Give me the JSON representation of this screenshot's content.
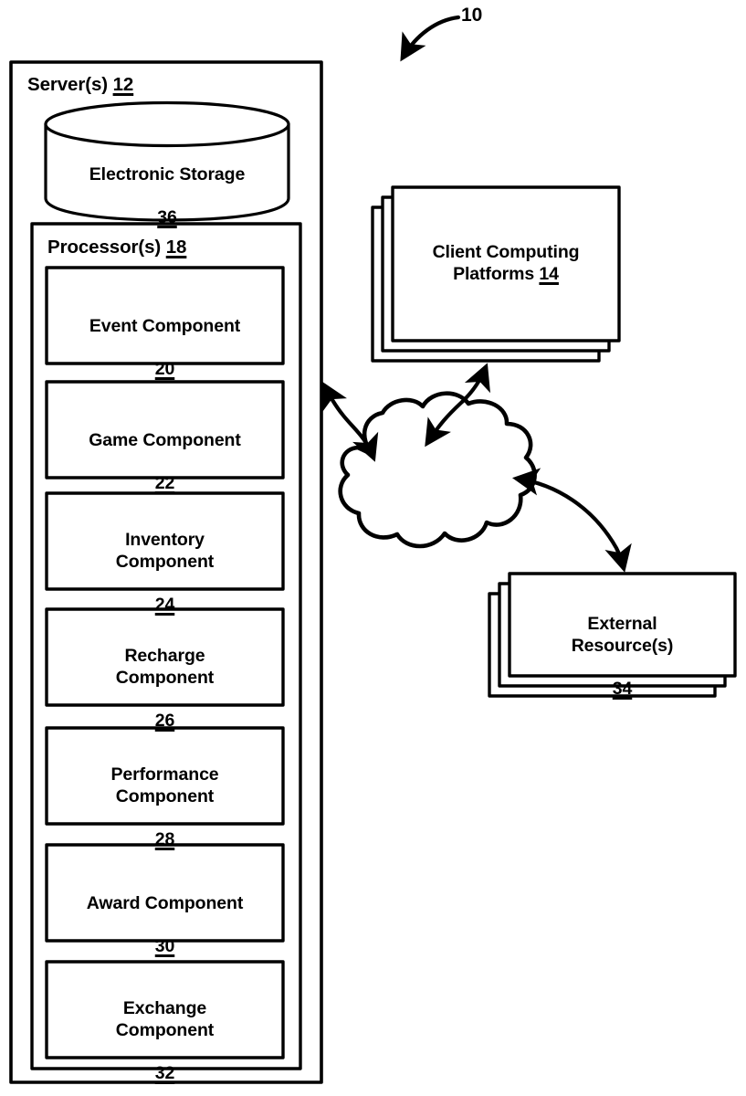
{
  "figure": {
    "callout_number": "10",
    "stroke_color": "#000000",
    "background_color": "#ffffff"
  },
  "server": {
    "title": "Server(s) ",
    "ref": "12",
    "storage": {
      "title": "Electronic Storage",
      "ref": "36"
    },
    "processor": {
      "title": "Processor(s) ",
      "ref": "18",
      "components": [
        {
          "name": "Event Component",
          "ref": "20"
        },
        {
          "name": "Game Component",
          "ref": "22"
        },
        {
          "name": "Inventory\nComponent",
          "ref": "24"
        },
        {
          "name": "Recharge\nComponent",
          "ref": "26"
        },
        {
          "name": "Performance\nComponent",
          "ref": "28"
        },
        {
          "name": "Award Component",
          "ref": "30"
        },
        {
          "name": "Exchange\nComponent",
          "ref": "32"
        }
      ]
    }
  },
  "clients": {
    "title": "Client Computing\nPlatforms ",
    "ref": "14"
  },
  "external": {
    "title": "External\nResource(s)",
    "ref": "34"
  },
  "network": {
    "shape": "cloud-icon"
  }
}
